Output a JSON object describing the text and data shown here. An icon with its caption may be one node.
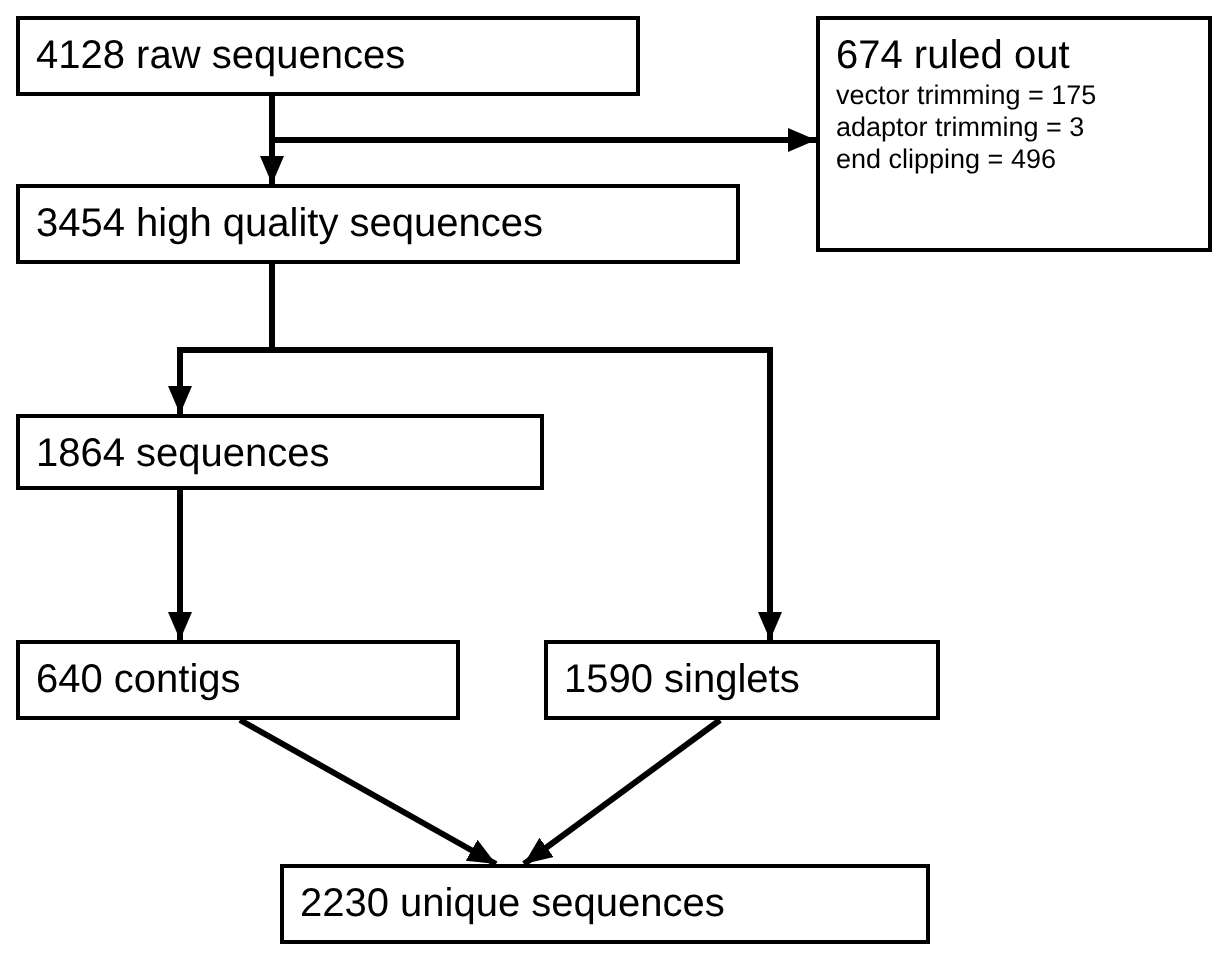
{
  "diagram": {
    "nodes": [
      {
        "text": [
          "4128 raw sequences"
        ]
      },
      {
        "text": [
          "674 ruled out",
          "vector trimming = 175",
          "adaptor trimming = 3",
          "end clipping = 496"
        ]
      },
      {
        "text": [
          "3454 high quality sequences"
        ]
      },
      {
        "text": [
          "1864 sequences"
        ]
      },
      {
        "text": [
          "640 contigs"
        ]
      },
      {
        "text": [
          "1590 singlets"
        ]
      },
      {
        "text": [
          "2230 unique sequences"
        ]
      }
    ],
    "edges": [
      {
        "from": 0,
        "to": 2,
        "arrow": "to"
      },
      {
        "from": 0,
        "to": 1,
        "arrow": "to"
      },
      {
        "from": 2,
        "to": 3,
        "arrow": "to"
      },
      {
        "from": 2,
        "to": 5,
        "arrow": "to"
      },
      {
        "from": 3,
        "to": 4,
        "arrow": "to"
      },
      {
        "from": 4,
        "to": 6,
        "arrow": "to"
      },
      {
        "from": 5,
        "to": 6,
        "arrow": "to"
      }
    ]
  }
}
